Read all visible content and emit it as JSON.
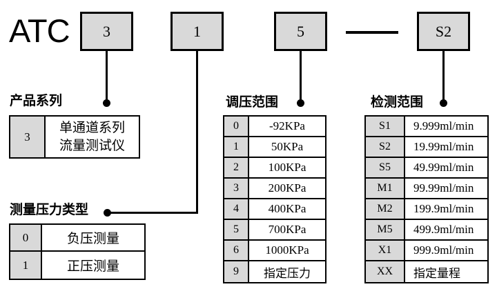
{
  "model_code": {
    "prefix": "ATC",
    "boxes": [
      "3",
      "1",
      "5",
      "S2"
    ]
  },
  "sections": [
    {
      "title": "产品系列",
      "rows": [
        {
          "code": "3",
          "desc": "单通道系列\n流量测试仪"
        }
      ]
    },
    {
      "title": "测量压力类型",
      "rows": [
        {
          "code": "0",
          "desc": "负压测量"
        },
        {
          "code": "1",
          "desc": "正压测量"
        }
      ]
    },
    {
      "title": "调压范围",
      "rows": [
        {
          "code": "0",
          "desc": "-92KPa"
        },
        {
          "code": "1",
          "desc": "50KPa"
        },
        {
          "code": "2",
          "desc": "100KPa"
        },
        {
          "code": "3",
          "desc": "200KPa"
        },
        {
          "code": "4",
          "desc": "400KPa"
        },
        {
          "code": "5",
          "desc": "700KPa"
        },
        {
          "code": "6",
          "desc": "1000KPa"
        },
        {
          "code": "9",
          "desc": "指定压力"
        }
      ]
    },
    {
      "title": "检测范围",
      "rows": [
        {
          "code": "S1",
          "desc": "9.999ml/min"
        },
        {
          "code": "S2",
          "desc": "19.99ml/min"
        },
        {
          "code": "S5",
          "desc": "49.99ml/min"
        },
        {
          "code": "M1",
          "desc": "99.99ml/min"
        },
        {
          "code": "M2",
          "desc": "199.9ml/min"
        },
        {
          "code": "M5",
          "desc": "499.9ml/min"
        },
        {
          "code": "X1",
          "desc": "999.9ml/min"
        },
        {
          "code": "XX",
          "desc": "指定量程"
        }
      ]
    }
  ],
  "colors": {
    "box_fill": "#d9d9d9",
    "line": "#000000",
    "background": "#ffffff"
  }
}
